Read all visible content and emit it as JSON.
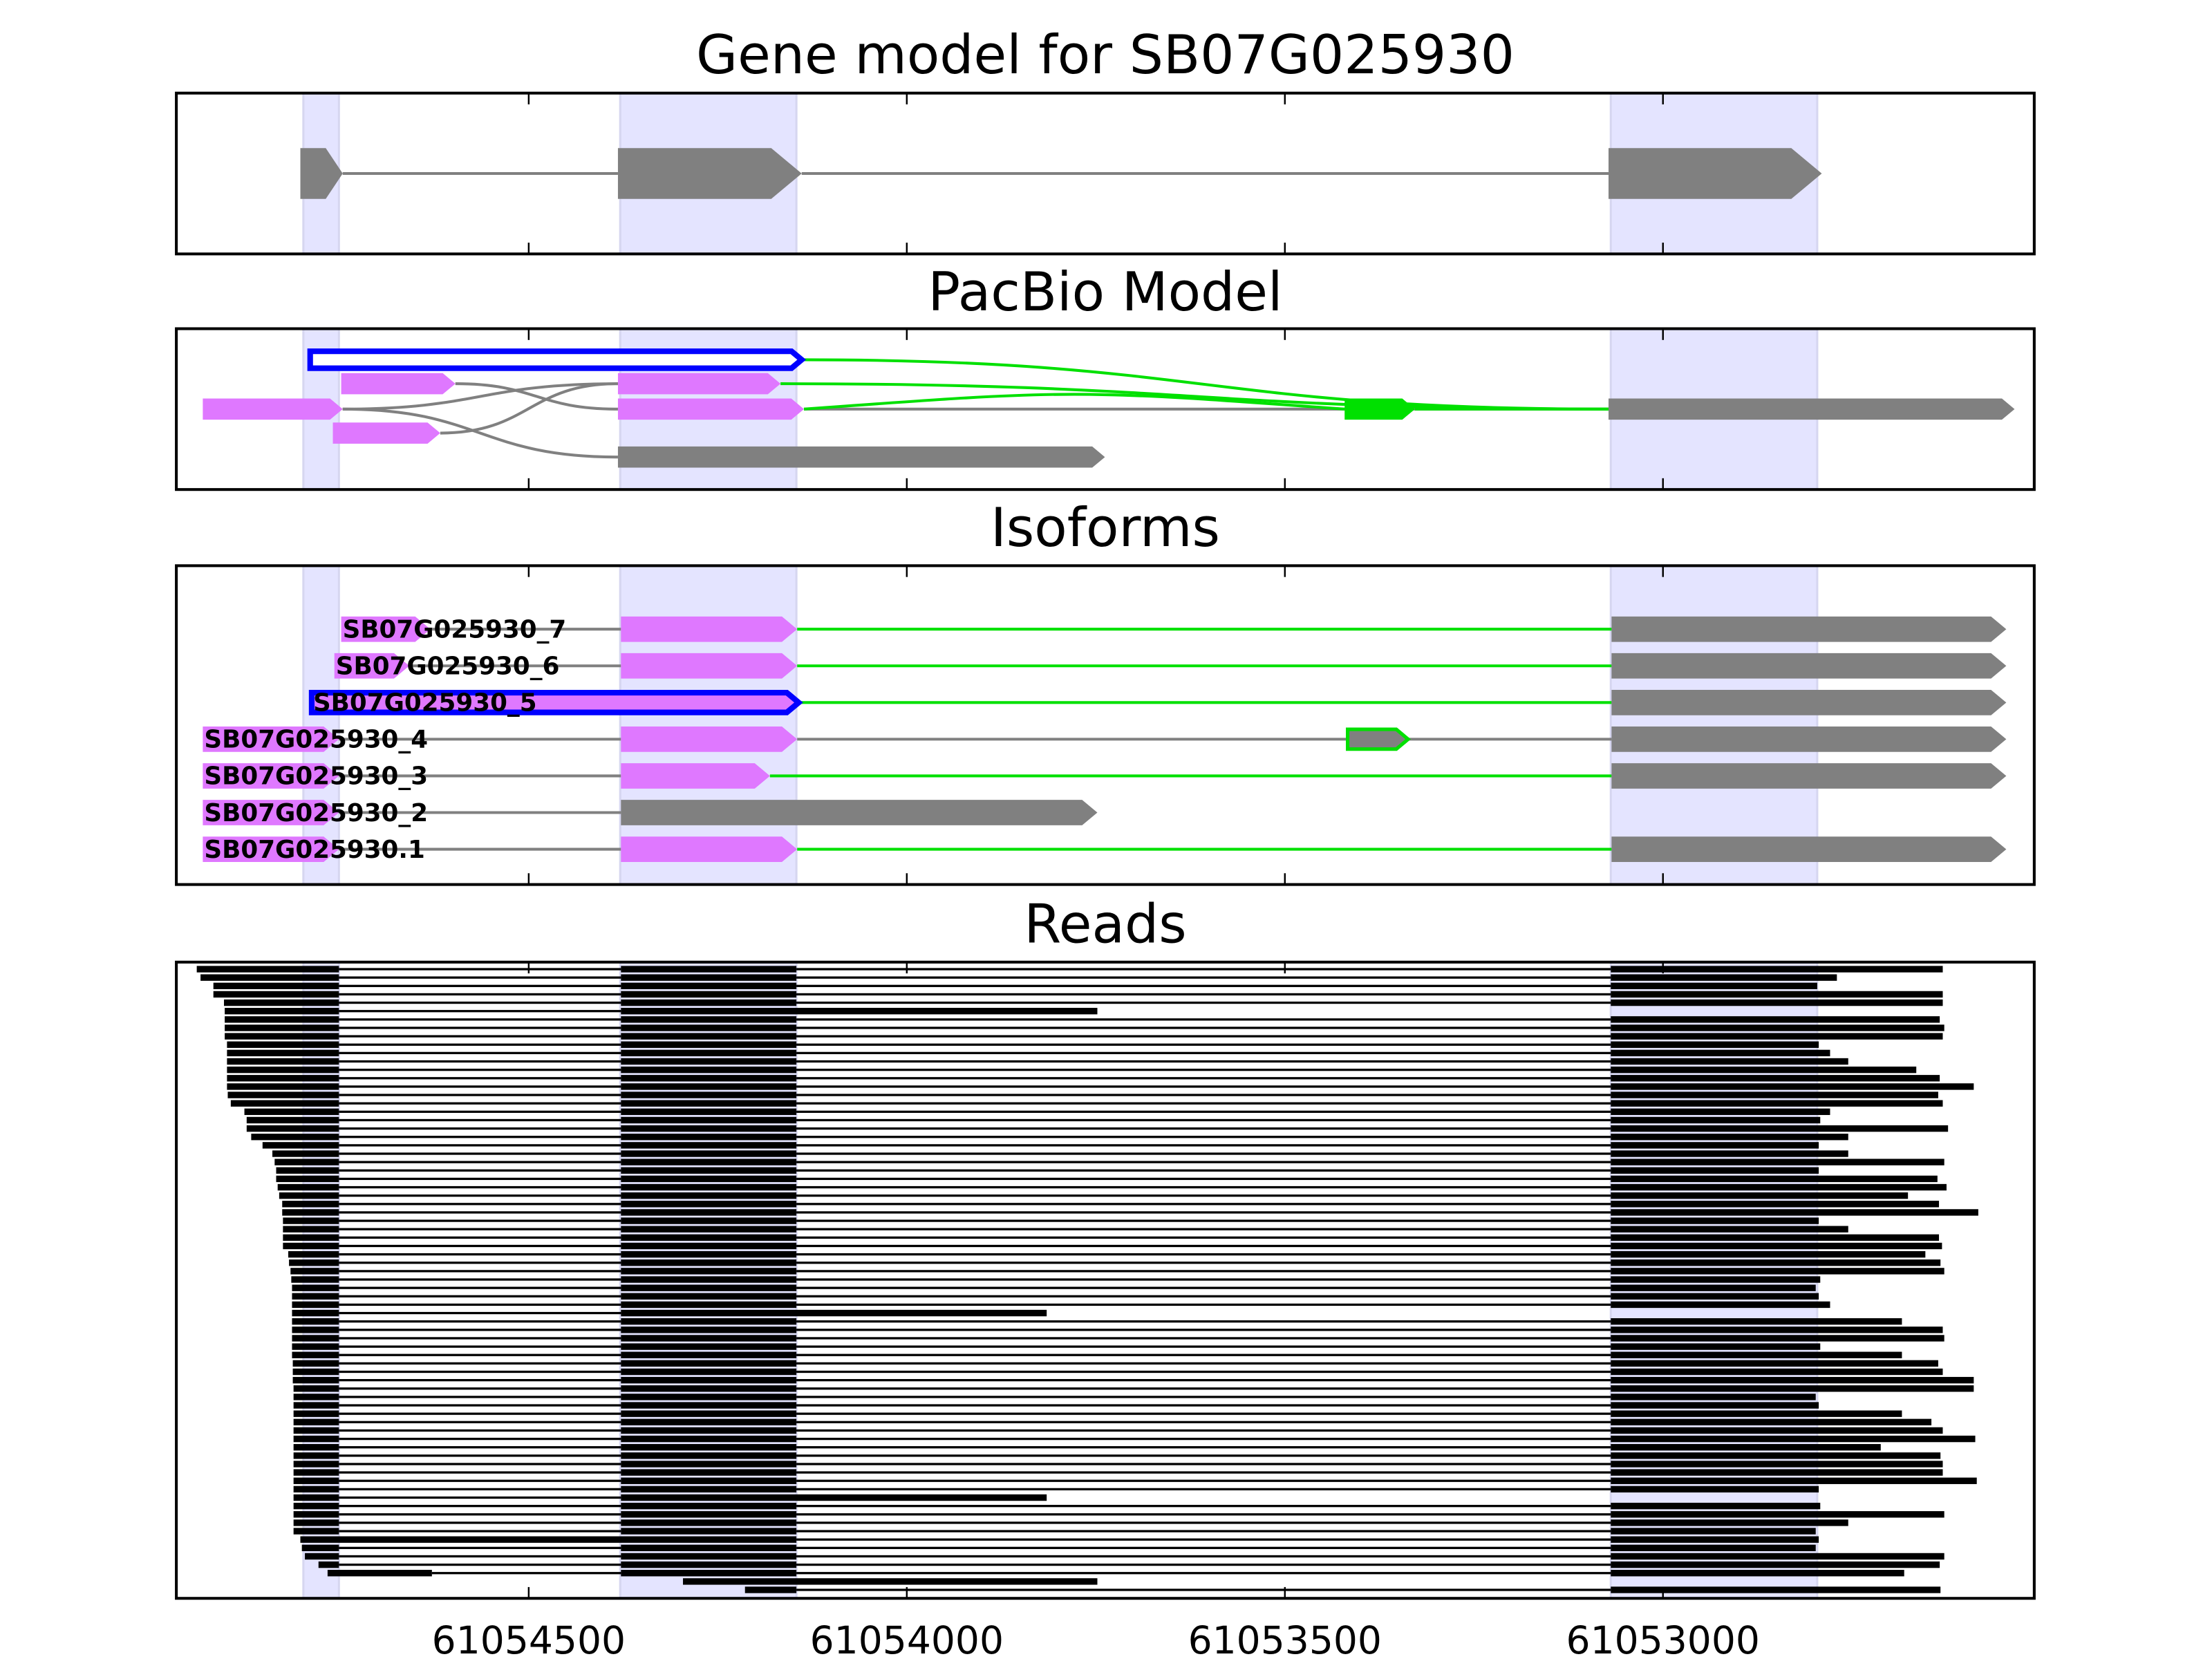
{
  "chart_data": {
    "type": "gene-track",
    "xlim": [
      61054966,
      61052509
    ],
    "xticks": [
      61054500,
      61054000,
      61053500,
      61053000
    ],
    "xtick_labels": [
      "61054500",
      "61054000",
      "61053500",
      "61053000"
    ],
    "colors": {
      "shade": "#e4e4ff",
      "exon_gray": "#808080",
      "exon_magenta": "#df78ff",
      "green": "#00e000",
      "blue": "#0000ff",
      "read": "#000000"
    },
    "shaded_exons": [
      [
        61054798,
        61054751
      ],
      [
        61054379,
        61054146
      ],
      [
        61053069,
        61052796
      ]
    ],
    "panels": {
      "gene_model": {
        "title": "Gene model for SB07G025930",
        "exons": [
          [
            61054802,
            61054746
          ],
          [
            61054382,
            61054139
          ],
          [
            61053072,
            61052790
          ]
        ],
        "intron_color": "gray"
      },
      "pacbio": {
        "title": "PacBio Model",
        "features": [
          {
            "kind": "outline",
            "track": 0,
            "from": 61054789,
            "to": 61054139,
            "color": "blue"
          },
          {
            "kind": "exon",
            "track": 1,
            "from": 61054748,
            "to": 61054597,
            "color": "exon_magenta"
          },
          {
            "kind": "exon",
            "track": 1,
            "from": 61054382,
            "to": 61054167,
            "color": "exon_magenta"
          },
          {
            "kind": "exon",
            "track": 2,
            "from": 61054931,
            "to": 61054746,
            "color": "exon_magenta"
          },
          {
            "kind": "exon",
            "track": 2,
            "from": 61054382,
            "to": 61054136,
            "color": "exon_magenta"
          },
          {
            "kind": "exon",
            "track": 2,
            "from": 61053421,
            "to": 61053328,
            "color": "green"
          },
          {
            "kind": "exon",
            "track": 2,
            "from": 61053072,
            "to": 61052535,
            "color": "exon_gray"
          },
          {
            "kind": "exon",
            "track": 3,
            "from": 61054759,
            "to": 61054617,
            "color": "exon_magenta"
          },
          {
            "kind": "exon",
            "track": 4,
            "from": 61054382,
            "to": 61053738,
            "color": "exon_gray"
          }
        ],
        "edges": [
          {
            "from": [
              61054746,
              2
            ],
            "to": [
              61054382,
              1
            ],
            "color": "exon_gray"
          },
          {
            "from": [
              61054597,
              1
            ],
            "to": [
              61054382,
              2
            ],
            "color": "exon_gray"
          },
          {
            "from": [
              61054617,
              3
            ],
            "to": [
              61054382,
              1
            ],
            "color": "exon_gray"
          },
          {
            "from": [
              61054746,
              2
            ],
            "to": [
              61054382,
              4
            ],
            "color": "exon_gray"
          },
          {
            "from": [
              61054136,
              2
            ],
            "to": [
              61053072,
              2
            ],
            "color": "exon_gray"
          },
          {
            "from": [
              61054139,
              0
            ],
            "to": [
              61053072,
              2
            ],
            "color": "green"
          },
          {
            "from": [
              61054167,
              1
            ],
            "to": [
              61053072,
              2
            ],
            "color": "green"
          },
          {
            "from": [
              61054136,
              2
            ],
            "to": [
              61053421,
              2
            ],
            "color": "green",
            "arch": 1
          },
          {
            "from": [
              61053328,
              2
            ],
            "to": [
              61053072,
              2
            ],
            "color": "green"
          }
        ]
      },
      "isoforms": {
        "title": "Isoforms",
        "rows": [
          {
            "label": "SB07G025930_7",
            "exons": [
              [
                61054748,
                61054630,
                "exon_magenta"
              ],
              [
                61054378,
                61054145,
                "exon_magenta"
              ],
              [
                61053068,
                61052546,
                "exon_gray"
              ]
            ],
            "introns": [
              "exon_gray",
              "green"
            ]
          },
          {
            "label": "SB07G025930_6",
            "exons": [
              [
                61054757,
                61054658,
                "exon_magenta"
              ],
              [
                61054378,
                61054145,
                "exon_magenta"
              ],
              [
                61053068,
                61052546,
                "exon_gray"
              ]
            ],
            "introns": [
              "exon_gray",
              "green"
            ]
          },
          {
            "label": "SB07G025930_5",
            "exons": [
              [
                61054787,
                61054143,
                "outline"
              ],
              [
                61053068,
                61052546,
                "exon_gray"
              ]
            ],
            "introns": [
              "green"
            ]
          },
          {
            "label": "SB07G025930_4",
            "exons": [
              [
                61054931,
                61054751,
                "exon_magenta"
              ],
              [
                61054378,
                61054145,
                "exon_magenta"
              ],
              [
                61053417,
                61053337,
                "green"
              ],
              [
                61053068,
                61052546,
                "exon_gray"
              ]
            ],
            "introns": [
              "exon_gray",
              "exon_gray",
              "exon_gray"
            ]
          },
          {
            "label": "SB07G025930_3",
            "exons": [
              [
                61054931,
                61054751,
                "exon_magenta"
              ],
              [
                61054378,
                61054181,
                "exon_magenta"
              ],
              [
                61053068,
                61052546,
                "exon_gray"
              ]
            ],
            "introns": [
              "exon_gray",
              "green"
            ]
          },
          {
            "label": "SB07G025930_2",
            "exons": [
              [
                61054931,
                61054751,
                "exon_magenta"
              ],
              [
                61054378,
                61053748,
                "exon_gray"
              ]
            ],
            "introns": [
              "exon_gray"
            ]
          },
          {
            "label": "SB07G025930.1",
            "exons": [
              [
                61054931,
                61054751,
                "exon_magenta"
              ],
              [
                61054378,
                61054145,
                "exon_magenta"
              ],
              [
                61053068,
                61052546,
                "exon_gray"
              ]
            ],
            "introns": [
              "exon_gray",
              "green"
            ]
          }
        ]
      },
      "reads": {
        "title": "Reads",
        "read_exons": [
          [
            61054751
          ],
          [
            61054378,
            61054146
          ],
          [
            61053069
          ]
        ],
        "reads": [
          [
            61054939,
            61052630,
            "f"
          ],
          [
            61054934,
            61052770,
            "f"
          ],
          [
            61054917,
            61052796,
            "f"
          ],
          [
            61054917,
            61052630,
            "f"
          ],
          [
            61054903,
            61052630,
            "f"
          ],
          [
            61054902,
            61053748,
            "e2"
          ],
          [
            61054902,
            61052634,
            "f"
          ],
          [
            61054902,
            61052628,
            "f"
          ],
          [
            61054902,
            61052630,
            "f"
          ],
          [
            61054899,
            61052794,
            "f"
          ],
          [
            61054899,
            61052779,
            "f"
          ],
          [
            61054899,
            61052755,
            "f"
          ],
          [
            61054899,
            61052665,
            "f"
          ],
          [
            61054899,
            61052634,
            "f"
          ],
          [
            61054899,
            61052589,
            "f"
          ],
          [
            61054898,
            61052636,
            "f"
          ],
          [
            61054894,
            61052630,
            "f"
          ],
          [
            61054876,
            61052779,
            "f"
          ],
          [
            61054873,
            61052792,
            "f"
          ],
          [
            61054873,
            61052623,
            "f"
          ],
          [
            61054867,
            61052755,
            "f"
          ],
          [
            61054852,
            61052794,
            "f"
          ],
          [
            61054839,
            61052755,
            "f"
          ],
          [
            61054836,
            61052628,
            "f"
          ],
          [
            61054834,
            61052794,
            "f"
          ],
          [
            61054834,
            61052637,
            "f"
          ],
          [
            61054832,
            61052625,
            "f"
          ],
          [
            61054830,
            61052676,
            "f"
          ],
          [
            61054826,
            61052635,
            "f"
          ],
          [
            61054826,
            61052583,
            "f"
          ],
          [
            61054825,
            61052794,
            "f"
          ],
          [
            61054825,
            61052755,
            "f"
          ],
          [
            61054825,
            61052635,
            "f"
          ],
          [
            61054825,
            61052631,
            "f"
          ],
          [
            61054818,
            61052653,
            "f"
          ],
          [
            61054817,
            61052633,
            "f"
          ],
          [
            61054815,
            61052628,
            "f"
          ],
          [
            61054814,
            61052792,
            "f"
          ],
          [
            61054813,
            61052798,
            "f"
          ],
          [
            61054813,
            61052794,
            "f"
          ],
          [
            61054813,
            61052779,
            "f"
          ],
          [
            61054813,
            61053815,
            "e2"
          ],
          [
            61054813,
            61052684,
            "f"
          ],
          [
            61054813,
            61052630,
            "f"
          ],
          [
            61054813,
            61052628,
            "f"
          ],
          [
            61054813,
            61052792,
            "f"
          ],
          [
            61054813,
            61052684,
            "f"
          ],
          [
            61054812,
            61052636,
            "f"
          ],
          [
            61054812,
            61052630,
            "f"
          ],
          [
            61054812,
            61052589,
            "f"
          ],
          [
            61054811,
            61052589,
            "f"
          ],
          [
            61054811,
            61052798,
            "f"
          ],
          [
            61054811,
            61052794,
            "f"
          ],
          [
            61054811,
            61052684,
            "f"
          ],
          [
            61054811,
            61052645,
            "f"
          ],
          [
            61054811,
            61052630,
            "f"
          ],
          [
            61054811,
            61052587,
            "f"
          ],
          [
            61054811,
            61052712,
            "f"
          ],
          [
            61054811,
            61052633,
            "f"
          ],
          [
            61054811,
            61052630,
            "f"
          ],
          [
            61054811,
            61052630,
            "f"
          ],
          [
            61054811,
            61052585,
            "f"
          ],
          [
            61054811,
            61052794,
            "f"
          ],
          [
            61054811,
            61053815,
            "e2"
          ],
          [
            61054811,
            61052792,
            "f"
          ],
          [
            61054811,
            61052628,
            "f"
          ],
          [
            61054811,
            61052755,
            "f"
          ],
          [
            61054811,
            61052798,
            "f"
          ],
          [
            61054802,
            61052794,
            "ri"
          ],
          [
            61054800,
            61052798,
            "f"
          ],
          [
            61054796,
            61052628,
            "f"
          ],
          [
            61054778,
            61052634,
            "f"
          ],
          [
            61054766,
            61052681,
            "x1",
            61054628
          ],
          [
            61054296,
            61053748,
            "s2e2"
          ],
          [
            61054214,
            61052633,
            "s2"
          ]
        ]
      }
    }
  }
}
